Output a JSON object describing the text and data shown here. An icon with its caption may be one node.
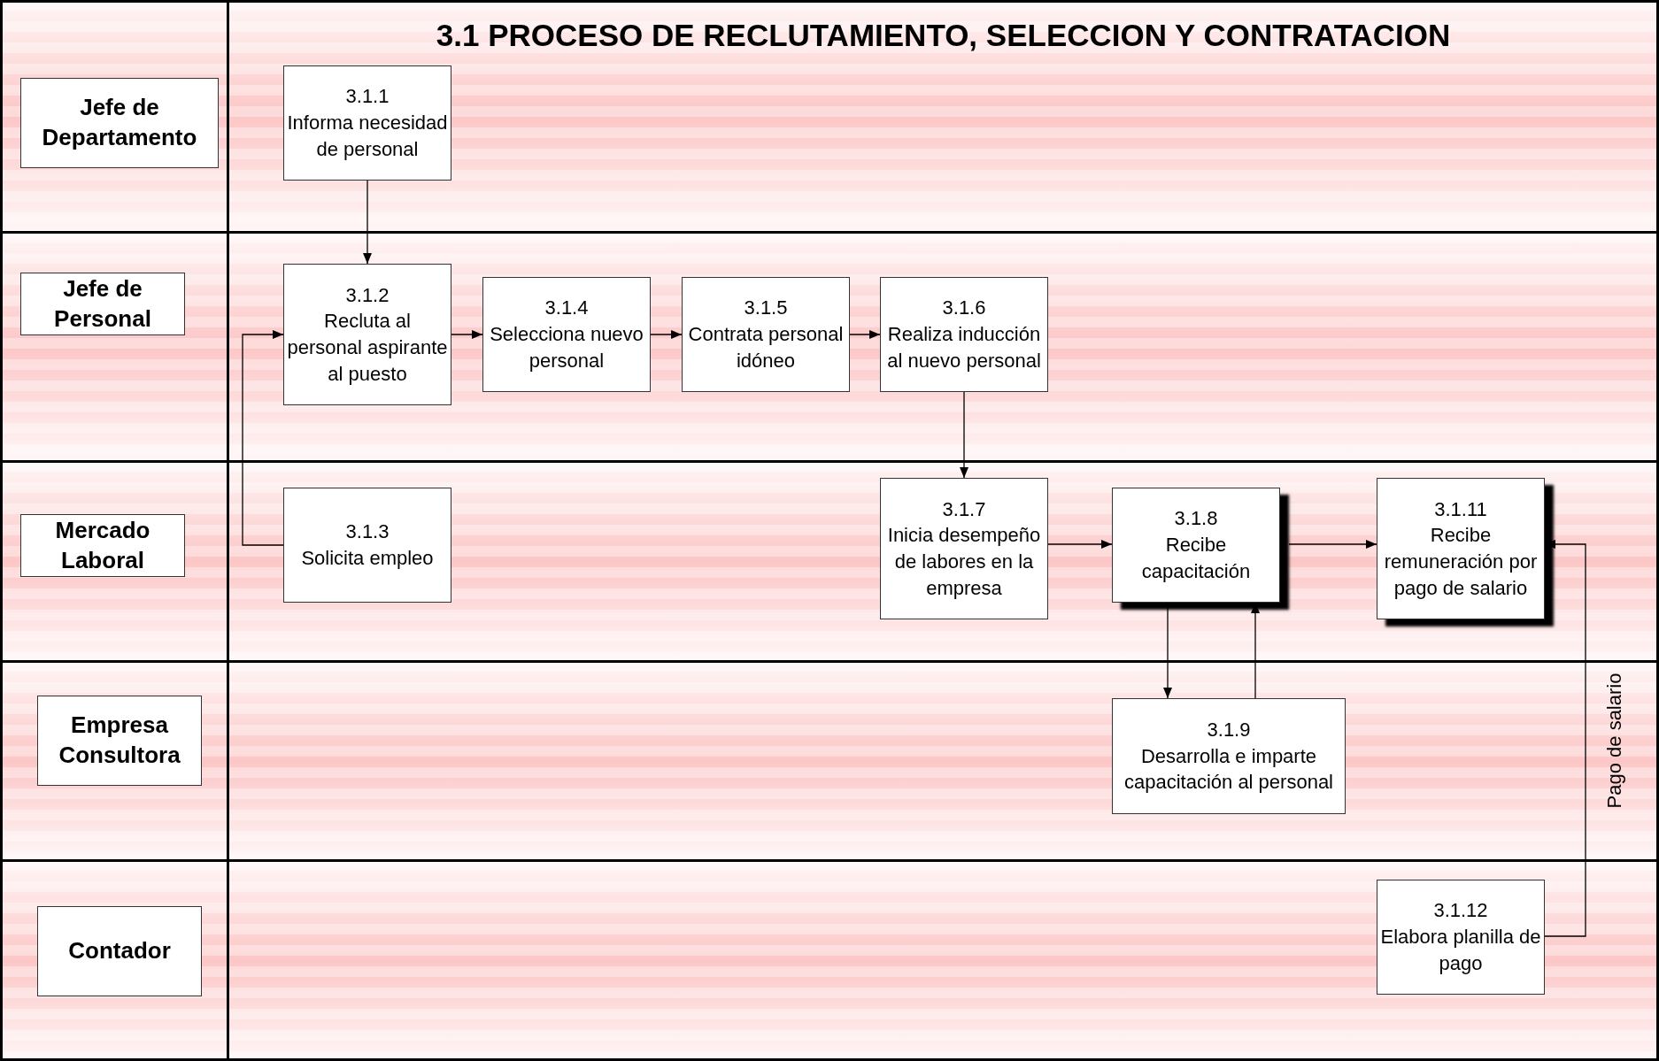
{
  "diagram": {
    "title": "3.1  PROCESO DE RECLUTAMIENTO, SELECCION Y CONTRATACION",
    "nodes": [
      {
        "text": [
          "Jefe de Departamento"
        ]
      },
      {
        "text": [
          "Jefe de Personal"
        ]
      },
      {
        "text": [
          "Mercado Laboral"
        ]
      },
      {
        "text": [
          "Empresa Consultora"
        ]
      },
      {
        "text": [
          "Contador"
        ]
      },
      {
        "text": [
          "3.1.1",
          "Informa necesidad de personal"
        ]
      },
      {
        "text": [
          "3.1.2",
          "Recluta al personal aspirante al puesto"
        ]
      },
      {
        "text": [
          "3.1.3",
          "Solicita empleo"
        ]
      },
      {
        "text": [
          "3.1.4",
          "Selecciona nuevo personal"
        ]
      },
      {
        "text": [
          "3.1.5",
          "Contrata personal idóneo"
        ]
      },
      {
        "text": [
          "3.1.6",
          "Realiza inducción al nuevo personal"
        ]
      },
      {
        "text": [
          "3.1.7",
          "Inicia desempeño de labores en la empresa"
        ]
      },
      {
        "text": [
          "3.1.8",
          "Recibe capacitación"
        ]
      },
      {
        "text": [
          "3.1.11",
          "Recibe remuneración por pago de salario"
        ]
      },
      {
        "text": [
          "3.1.9",
          "Desarrolla e imparte capacitación al personal"
        ]
      },
      {
        "text": [
          "3.1.12",
          "Elabora planilla de pago"
        ]
      }
    ],
    "edges": [
      {
        "from": 5,
        "to": 6,
        "arrow": "to"
      },
      {
        "from": 7,
        "to": 6,
        "arrow": "to"
      },
      {
        "from": 6,
        "to": 8,
        "arrow": "to"
      },
      {
        "from": 8,
        "to": 9,
        "arrow": "to"
      },
      {
        "from": 9,
        "to": 10,
        "arrow": "to"
      },
      {
        "from": 10,
        "to": 11,
        "arrow": "to"
      },
      {
        "from": 11,
        "to": 12,
        "arrow": "to"
      },
      {
        "from": 12,
        "to": 13,
        "arrow": "to"
      },
      {
        "from": 12,
        "to": 14,
        "arrow": "to"
      },
      {
        "from": 14,
        "to": 12,
        "arrow": "to"
      },
      {
        "from": 15,
        "to": 13,
        "arrow": "to",
        "label": "Pago de salario"
      }
    ]
  }
}
